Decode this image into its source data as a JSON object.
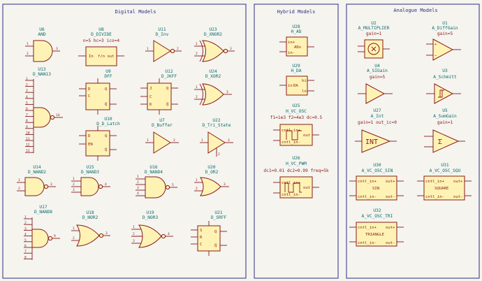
{
  "panels": {
    "digital": {
      "title": "Digital Models"
    },
    "hybrid": {
      "title": "Hybrid Models"
    },
    "analogue": {
      "title": "Analogue Models"
    }
  },
  "symbols": {
    "U6": {
      "ref": "U6",
      "value": "AND"
    },
    "U8": {
      "ref": "U8",
      "value": "D_DIVIDE",
      "params": "n=5 hc=3 ico=4",
      "inner": [
        "In",
        "f/n out"
      ]
    },
    "U11": {
      "ref": "U11",
      "value": "D_Inv"
    },
    "U23": {
      "ref": "U23",
      "value": "D_XNOR2"
    },
    "U13": {
      "ref": "U13",
      "value": "D_NAN13",
      "pins": [
        "1",
        "2",
        "3",
        "4",
        "5",
        "6",
        "7",
        "8",
        "9",
        "10",
        "11",
        "12",
        "13"
      ],
      "out": "14"
    },
    "U9": {
      "ref": "U9",
      "value": "DFF",
      "inner": [
        "D",
        "C",
        "Q",
        "Q̅"
      ]
    },
    "U12": {
      "ref": "U12",
      "value": "D_JKFF",
      "inner": [
        "J",
        "C",
        "K",
        "Q",
        "Q̅"
      ]
    },
    "U24": {
      "ref": "U24",
      "value": "D_XOR2"
    },
    "U10": {
      "ref": "U10",
      "value": "D_D_Latch",
      "inner": [
        "D",
        "EN",
        "Q",
        "Q̅"
      ]
    },
    "U7": {
      "ref": "U7",
      "value": "D_Buffer"
    },
    "U22": {
      "ref": "U22",
      "value": "D_Tri_State"
    },
    "U14": {
      "ref": "U14",
      "value": "D_NAND2"
    },
    "U15": {
      "ref": "U15",
      "value": "D_NAND3"
    },
    "U16": {
      "ref": "U16",
      "value": "D_NAND4"
    },
    "U20": {
      "ref": "U20",
      "value": "D_OR2"
    },
    "U17": {
      "ref": "U17",
      "value": "D_NAND8",
      "pins": [
        "1",
        "2",
        "3",
        "4",
        "5",
        "6",
        "7",
        "8"
      ],
      "out": "9"
    },
    "U18": {
      "ref": "U18",
      "value": "D_NOR2"
    },
    "U19": {
      "ref": "U19",
      "value": "D_NOR3"
    },
    "U21": {
      "ref": "U21",
      "value": "D_SRFF",
      "inner": [
        "S",
        "R",
        "C",
        "Q",
        "Q̅"
      ]
    },
    "U28": {
      "ref": "U28",
      "value": "H_AD",
      "inner": [
        "in+",
        "ADo",
        "in-"
      ]
    },
    "U29": {
      "ref": "U29",
      "value": "H_DA",
      "inner": [
        "in",
        "DA",
        "hi",
        "lo"
      ]
    },
    "U25": {
      "ref": "U25",
      "value": "H_VC_OSC",
      "params": "f1=1e3 f2=4e3 dc=0.5",
      "inner": [
        "cntl_in+",
        "out",
        "cntl_in-"
      ]
    },
    "U26": {
      "ref": "U26",
      "value": "H_VC_PWM",
      "params": "dc1=0.01 dc2=0.99 freq=5k",
      "inner": [
        "cntl_in+",
        "out",
        "cntl_in-"
      ]
    },
    "U2": {
      "ref": "U2",
      "value": "A_MULTIPLIER",
      "params": "gain=1"
    },
    "U1": {
      "ref": "U1",
      "value": "A_DiffGain",
      "params": "gain=5"
    },
    "U4": {
      "ref": "U4",
      "value": "A_SIGain",
      "params": "gain=5"
    },
    "U3": {
      "ref": "U3",
      "value": "A_Schmitt"
    },
    "U27": {
      "ref": "U27",
      "value": "A_Int",
      "params": "gain=1 out_ic=0",
      "inner": [
        "INT"
      ]
    },
    "U5": {
      "ref": "U5",
      "value": "A_SumGain",
      "params": "gain=1",
      "inner": [
        "Σ"
      ]
    },
    "U30": {
      "ref": "U30",
      "value": "A_VC_OSC_SIN",
      "inner": [
        "cntl_in+",
        "out+",
        "SIN",
        "cntl_in-",
        "out-"
      ]
    },
    "U31": {
      "ref": "U31",
      "value": "A_VC_OSC_SQU",
      "inner": [
        "cntl_in+",
        "out+",
        "SQUARE",
        "cntl_in-",
        "out-"
      ]
    },
    "U32": {
      "ref": "U32",
      "value": "A_VC_OSC_TRI",
      "inner": [
        "cntl_in+",
        "out+",
        "TRIANGLE",
        "cntl_in-",
        "out-"
      ]
    }
  },
  "pin_numbers": {
    "two_in": [
      "1",
      "2",
      "3"
    ],
    "three_in": [
      "1",
      "2",
      "3",
      "4"
    ],
    "four_in": [
      "1",
      "2",
      "3",
      "4",
      "5"
    ],
    "one_in": [
      "1",
      "2"
    ]
  },
  "colors": {
    "frame": "#2c2c86",
    "title": "#2c2c86",
    "ref": "#0a6b6b",
    "param": "#8a1a1a",
    "symbol_fill": "#fef3b4",
    "symbol_stroke": "#8a1a1a",
    "background": "#f5f4ef"
  }
}
